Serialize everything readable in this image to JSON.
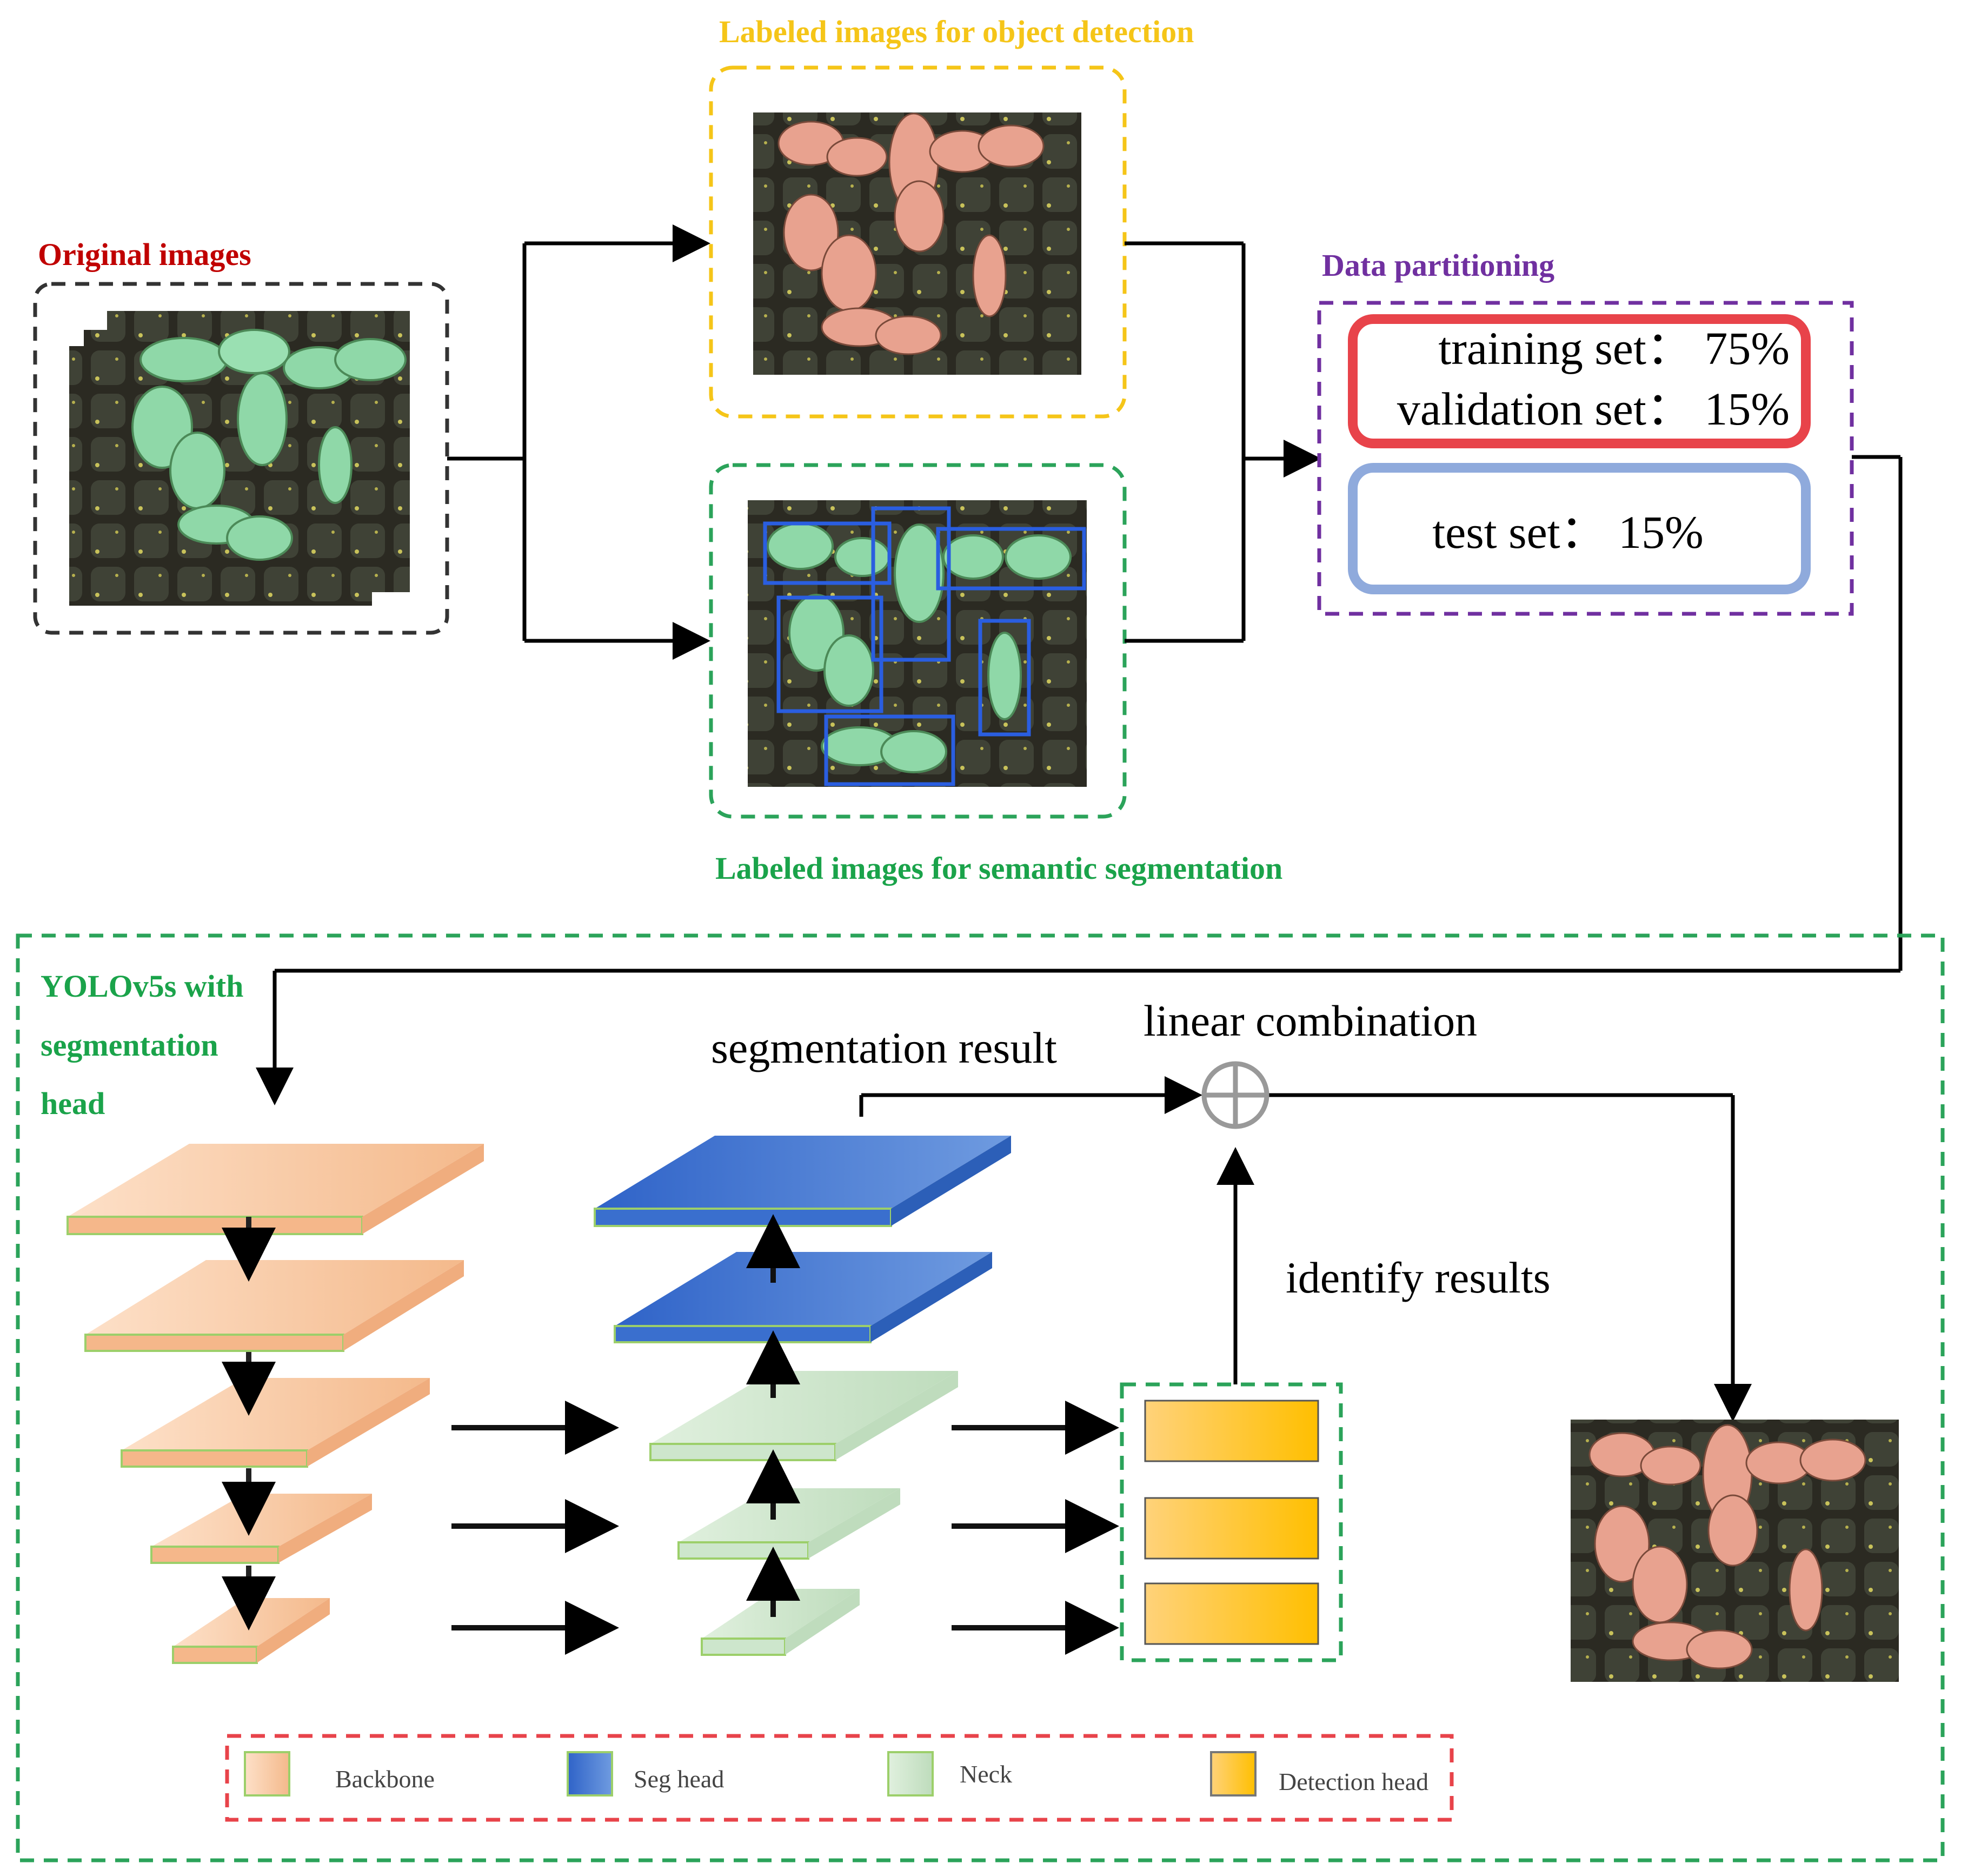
{
  "titles": {
    "original_images": "Original images",
    "labeled_detection": "Labeled images for object detection",
    "labeled_segmentation": "Labeled images for semantic segmentation",
    "data_partitioning": "Data partitioning"
  },
  "partition": {
    "training": "training  set： 75%",
    "validation": "validation   set： 15%",
    "test": "test set：  15%"
  },
  "model": {
    "title_line1": "YOLOv5s with",
    "title_line2": "segmentation",
    "title_line3": "head",
    "segmentation_result": "segmentation result",
    "linear_combination": "linear combination",
    "identify_results": "identify results"
  },
  "legend": {
    "backbone": "Backbone",
    "seg_head": "Seg head",
    "neck": "Neck",
    "detection_head": "Detection head"
  },
  "colors": {
    "original_title": "#c00000",
    "detection_title": "#f5c518",
    "segmentation_title": "#1aa34a",
    "partition_title": "#7030a0",
    "train_box": "#e8434a",
    "test_box": "#8faadc",
    "backbone": "#f7c39a",
    "seg_head": "#4a7fd4",
    "neck": "#cfe7cf",
    "detection_head": "#ffc000"
  },
  "icons": {
    "combine": "circle-plus-icon"
  }
}
